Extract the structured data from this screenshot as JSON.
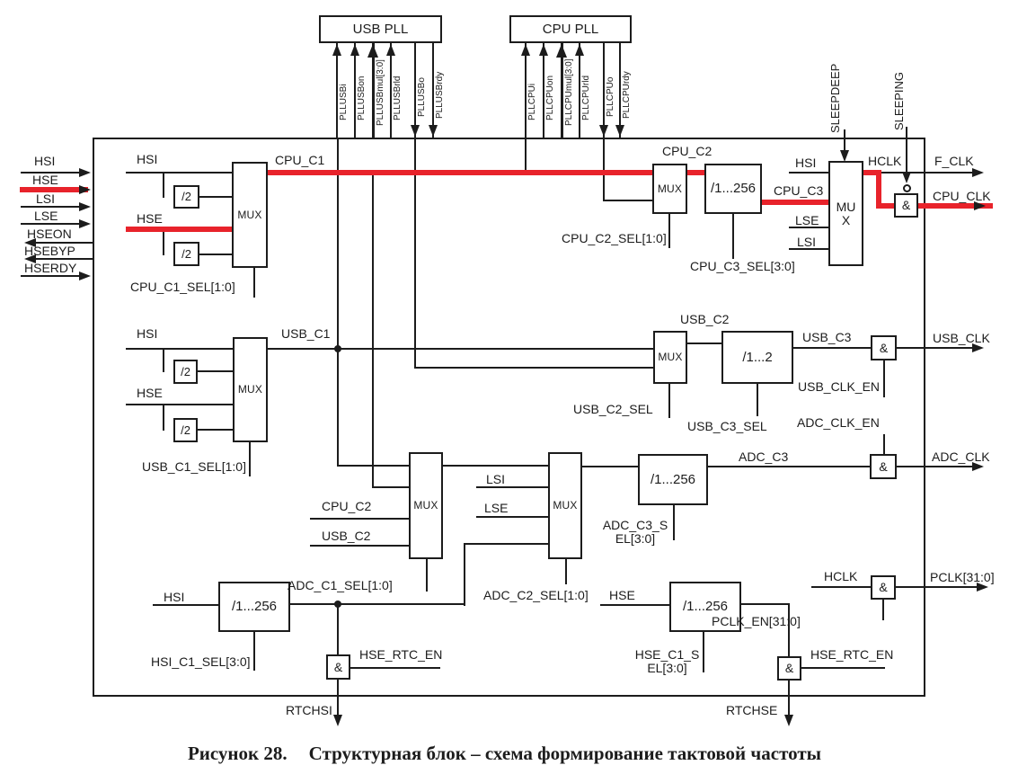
{
  "colors": {
    "line": "#1c1c1c",
    "red": "#e8232b",
    "background": "#ffffff"
  },
  "labels": {
    "inputs": {
      "hsi": "HSI",
      "hse": "HSE",
      "lsi": "LSI",
      "lse": "LSE",
      "hseon": "HSEON",
      "hsebyp": "HSEBYP",
      "hserdy": "HSERDY"
    },
    "pll_usb": {
      "title": "USB PLL",
      "pins": [
        "PLLUSBi",
        "PLLUSBon",
        "PLLUSBmul[3:0]",
        "PLLUSBrld",
        "PLLUSBo",
        "PLLUSBrdy"
      ]
    },
    "pll_cpu": {
      "title": "CPU PLL",
      "pins": [
        "PLLCPUi",
        "PLLCPUon",
        "PLLCPUmul[3:0]",
        "PLLCPUrld",
        "PLLCPUo",
        "PLLCPUrdy"
      ]
    },
    "blocks": {
      "mux": "MUX",
      "mux_big_1": "MU",
      "mux_big_2": "X",
      "div2": "/2",
      "div256": "/1...256",
      "div12": "/1...2",
      "and_gate": "&"
    },
    "cpu": {
      "hsi": "HSI",
      "hse": "HSE",
      "c1": "CPU_C1",
      "c1_sel": "CPU_C1_SEL[1:0]",
      "c2": "CPU_C2",
      "c2_sel": "CPU_C2_SEL[1:0]",
      "c3": "CPU_C3",
      "c3_sel": "CPU_C3_SEL[3:0]",
      "mux_hsi": "HSI",
      "mux_lse": "LSE",
      "mux_lsi": "LSI",
      "hclk": "HCLK",
      "sleepdeep": "SLEEPDEEP",
      "sleeping": "SLEEPING",
      "f_clk": "F_CLK",
      "cpu_clk": "CPU_CLK"
    },
    "usb": {
      "hsi": "HSI",
      "hse": "HSE",
      "c1": "USB_C1",
      "c1_sel": "USB_C1_SEL[1:0]",
      "c2": "USB_C2",
      "c2_sel": "USB_C2_SEL",
      "c3": "USB_C3",
      "c3_sel": "USB_C3_SEL",
      "usb_clk": "USB_CLK",
      "usb_clk_en": "USB_CLK_EN"
    },
    "adc": {
      "cpu_c2": "CPU_C2",
      "usb_c2": "USB_C2",
      "c1_sel": "ADC_C1_SEL[1:0]",
      "lsi": "LSI",
      "lse": "LSE",
      "c2_sel": "ADC_C2_SEL[1:0]",
      "c3_sel_1": "ADC_C3_S",
      "c3_sel_2": "EL[3:0]",
      "c3": "ADC_C3",
      "adc_clk": "ADC_CLK",
      "adc_clk_en": "ADC_CLK_EN"
    },
    "bottom": {
      "hsi": "HSI",
      "hsi_c1_sel": "HSI_C1_SEL[3:0]",
      "hse": "HSE",
      "hse_c1_sel_1": "HSE_C1_S",
      "hse_c1_sel_2": "EL[3:0]",
      "hse_rtc_en": "HSE_RTC_EN",
      "rtchsi": "RTCHSI",
      "rtchse": "RTCHSE",
      "hclk": "HCLK",
      "pclk_en": "PCLK_EN[31:0]",
      "pclk": "PCLK[31:0]"
    }
  },
  "caption": {
    "label": "Рисунок 28.",
    "text": "Структурная блок – схема формирование тактовой частоты"
  }
}
